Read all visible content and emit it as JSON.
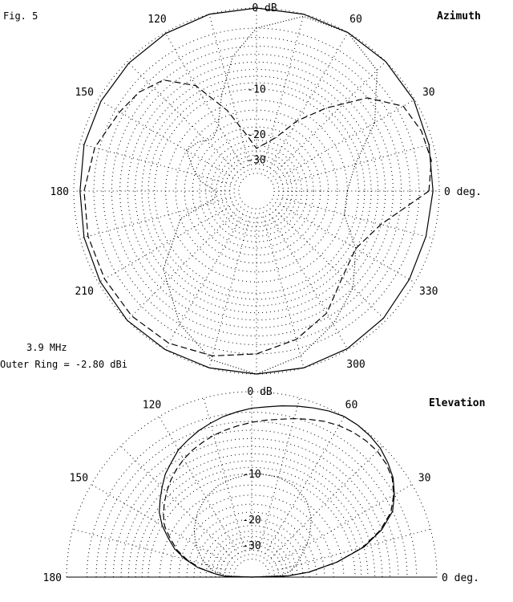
{
  "figure_label": "Fig. 5",
  "frequency": "3.9 MHz",
  "outer_ring": "Outer Ring = -2.80 dBi",
  "colors": {
    "background": "#ffffff",
    "ink": "#000000"
  },
  "chart_data": [
    {
      "type": "polar",
      "title": "Azimuth",
      "ring_labels": [
        "0 dB",
        "-10",
        "-20",
        "-30"
      ],
      "ring_db": [
        0,
        -10,
        -20,
        -30
      ],
      "angle_labels": [
        {
          "deg": 0,
          "text": "0 deg."
        },
        {
          "deg": 30,
          "text": "30"
        },
        {
          "deg": 60,
          "text": "60"
        },
        {
          "deg": 120,
          "text": "120"
        },
        {
          "deg": 150,
          "text": "150"
        },
        {
          "deg": 180,
          "text": "180"
        },
        {
          "deg": 210,
          "text": "210"
        },
        {
          "deg": 300,
          "text": "300"
        },
        {
          "deg": 330,
          "text": "330"
        }
      ],
      "grid": "dotted",
      "series": [
        {
          "style": "solid",
          "angles": [
            0,
            15,
            30,
            45,
            60,
            75,
            90,
            105,
            120,
            135,
            150,
            165,
            180,
            195,
            210,
            225,
            240,
            255,
            270,
            285,
            300,
            315,
            330,
            345,
            360
          ],
          "values_db": [
            -0.6,
            -0.4,
            -0.1,
            0,
            0,
            0,
            0,
            0,
            -0.1,
            -0.2,
            -0.3,
            -0.4,
            -0.6,
            -0.4,
            -0.2,
            0,
            0,
            0,
            0,
            0,
            -0.1,
            -0.3,
            -0.6,
            -0.7,
            -0.6
          ]
        },
        {
          "style": "dotted",
          "angles": [
            0,
            15,
            30,
            45,
            60,
            75,
            90,
            100,
            110,
            120,
            130,
            140,
            150,
            160,
            170,
            180,
            190,
            200,
            220,
            240,
            255,
            270,
            285,
            300,
            315,
            330,
            345,
            360
          ],
          "values_db": [
            -12,
            -10,
            -5,
            -1.2,
            0,
            -0.2,
            -2,
            -5,
            -10,
            -15,
            -17,
            -15,
            -14,
            -17,
            -20,
            -26,
            -25,
            -14,
            -7,
            -3,
            -0.8,
            0,
            -1.2,
            -3,
            -5,
            -8,
            -12,
            -12
          ]
        },
        {
          "style": "dashed",
          "angles": [
            0,
            10,
            20,
            30,
            40,
            50,
            60,
            70,
            80,
            90,
            100,
            110,
            120,
            130,
            140,
            150,
            165,
            180,
            195,
            210,
            225,
            240,
            255,
            270,
            285,
            300,
            315,
            330,
            345,
            360
          ],
          "values_db": [
            -1,
            -0.5,
            -0.7,
            -1.3,
            -4,
            -9,
            -14,
            -20,
            -23,
            -25,
            -20,
            -13,
            -7,
            -4,
            -3,
            -2.5,
            -1.5,
            -1,
            -0.8,
            -0.7,
            -0.6,
            -0.7,
            -1.2,
            -2,
            -3,
            -4.5,
            -7,
            -8,
            -6,
            -1
          ]
        }
      ]
    },
    {
      "type": "polar",
      "title": "Elevation",
      "ring_labels": [
        "0 dB",
        "-10",
        "-20",
        "-30"
      ],
      "ring_db": [
        0,
        -10,
        -20,
        -30
      ],
      "angle_labels": [
        {
          "deg": 0,
          "text": "0 deg."
        },
        {
          "deg": 30,
          "text": "30"
        },
        {
          "deg": 60,
          "text": "60"
        },
        {
          "deg": 120,
          "text": "120"
        },
        {
          "deg": 150,
          "text": "150"
        },
        {
          "deg": 180,
          "text": "180"
        }
      ],
      "grid": "dotted",
      "series": [
        {
          "style": "solid",
          "angles": [
            0,
            2,
            5,
            10,
            15,
            20,
            25,
            30,
            35,
            40,
            45,
            50,
            55,
            60,
            65,
            70,
            75,
            80,
            85,
            90,
            95,
            100,
            105,
            110,
            115,
            120,
            125,
            130,
            135,
            140,
            145,
            150,
            155,
            160,
            165,
            170,
            175,
            178,
            180
          ],
          "values_db": [
            -40,
            -28,
            -20,
            -13,
            -8,
            -5,
            -3,
            -2,
            -1.2,
            -0.7,
            -0.3,
            -0.1,
            0,
            0,
            -0.2,
            -0.5,
            -0.8,
            -1.1,
            -1.4,
            -1.6,
            -1.9,
            -2.2,
            -2.6,
            -3,
            -3.5,
            -4,
            -4.8,
            -5.5,
            -6.5,
            -7.5,
            -8.5,
            -10,
            -12,
            -14,
            -17,
            -21,
            -28,
            -33,
            -40
          ]
        },
        {
          "style": "dashed",
          "angles": [
            0,
            2,
            5,
            10,
            15,
            20,
            25,
            30,
            35,
            40,
            45,
            50,
            55,
            60,
            65,
            70,
            75,
            80,
            85,
            90,
            95,
            100,
            105,
            110,
            115,
            120,
            125,
            130,
            135,
            140,
            145,
            150,
            155,
            160,
            165,
            170,
            175,
            178,
            180
          ],
          "values_db": [
            -40,
            -28,
            -20,
            -13,
            -8.2,
            -5.2,
            -3.2,
            -2.1,
            -1.3,
            -0.9,
            -0.7,
            -0.7,
            -0.8,
            -1,
            -1.3,
            -1.7,
            -2.1,
            -2.5,
            -2.8,
            -3.1,
            -3.4,
            -3.7,
            -4,
            -4.4,
            -4.8,
            -5.3,
            -5.9,
            -6.6,
            -7.4,
            -8.3,
            -9.3,
            -10.5,
            -12.5,
            -14.5,
            -17.5,
            -21.5,
            -28,
            -33,
            -40
          ]
        },
        {
          "style": "dotted",
          "angles": [
            0,
            3,
            8,
            15,
            25,
            35,
            45,
            55,
            65,
            75,
            85,
            90,
            100,
            110,
            120,
            130,
            140,
            150,
            160,
            170,
            177,
            180
          ],
          "values_db": [
            -40,
            -32,
            -27,
            -24,
            -20.5,
            -16.5,
            -13.5,
            -11.5,
            -10.5,
            -10,
            -10,
            -10,
            -10.5,
            -11,
            -12,
            -13.5,
            -15.5,
            -18,
            -21.5,
            -26,
            -34,
            -40
          ]
        }
      ]
    }
  ]
}
